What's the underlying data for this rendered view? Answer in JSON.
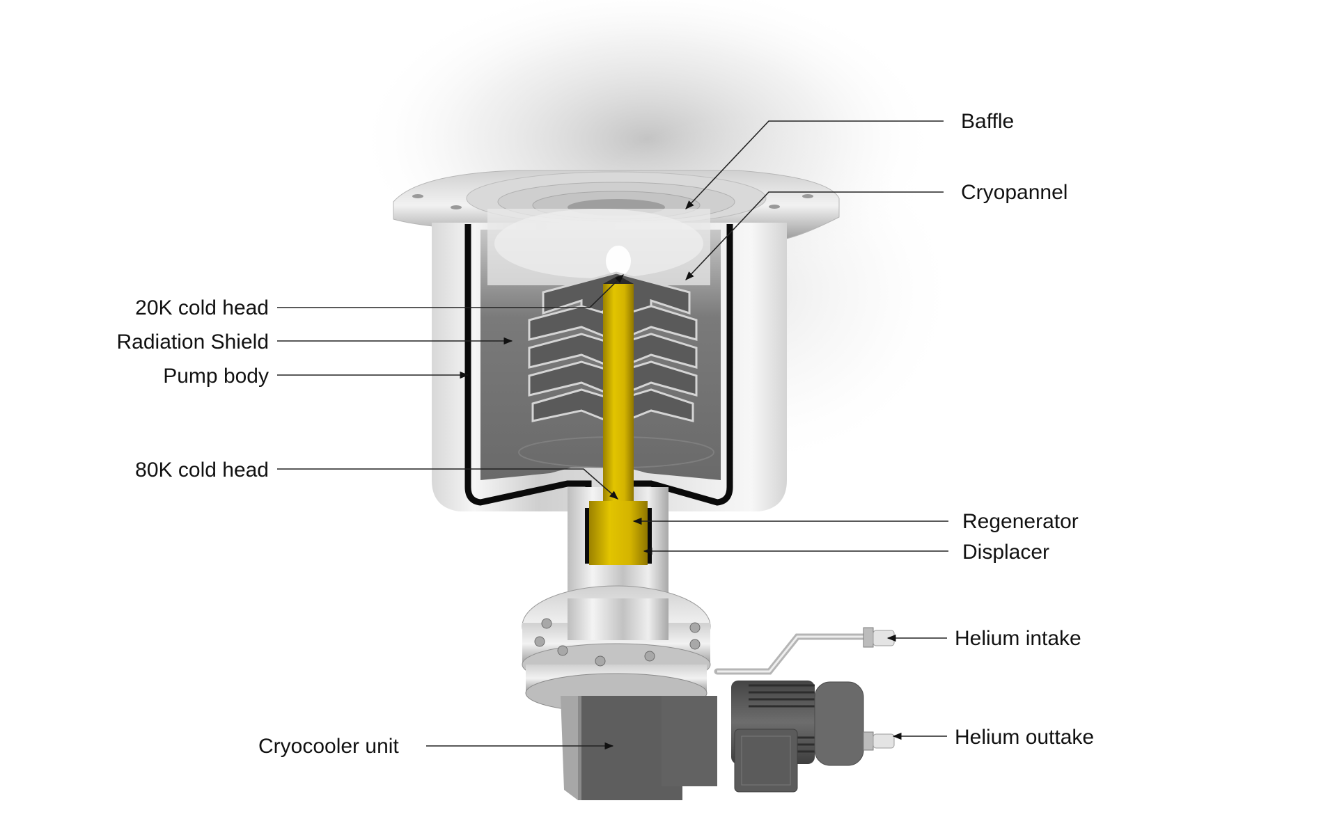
{
  "diagram": {
    "subject": "Cryopump cutaway",
    "colors": {
      "background": "#ffffff",
      "label_text": "#111111",
      "leader_line": "#222222",
      "steel_light": "#e6e6e6",
      "steel_mid": "#b9b9b9",
      "steel_dark": "#6a6a6a",
      "shield_black": "#0a0a0a",
      "cold_head_yellow": "#d9b800",
      "motor_gray": "#5c5c5c"
    },
    "labels_left": [
      {
        "id": "cold-head-20k",
        "text": "20K cold head"
      },
      {
        "id": "radiation-shield",
        "text": "Radiation Shield"
      },
      {
        "id": "pump-body",
        "text": "Pump body"
      },
      {
        "id": "cold-head-80k",
        "text": "80K cold head"
      },
      {
        "id": "cryocooler-unit",
        "text": "Cryocooler unit"
      }
    ],
    "labels_right": [
      {
        "id": "baffle",
        "text": "Baffle"
      },
      {
        "id": "cryopannel",
        "text": "Cryopannel"
      },
      {
        "id": "regenerator",
        "text": "Regenerator"
      },
      {
        "id": "displacer",
        "text": "Displacer"
      },
      {
        "id": "helium-intake",
        "text": "Helium intake"
      },
      {
        "id": "helium-outtake",
        "text": "Helium outtake"
      }
    ]
  }
}
